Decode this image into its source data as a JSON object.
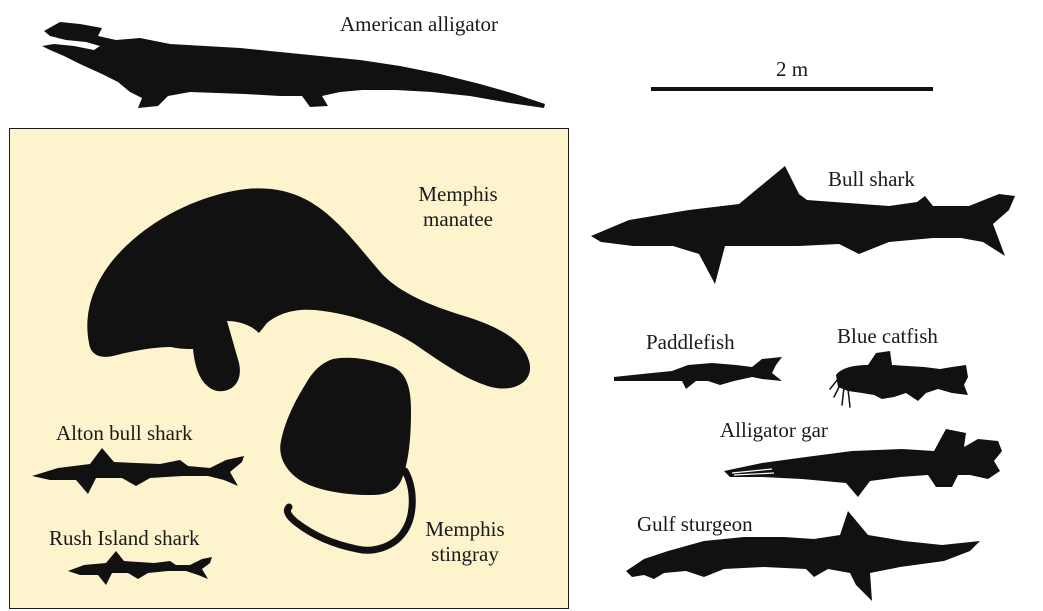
{
  "colors": {
    "silhouette": "#111111",
    "fossil_box_fill": "#fdf3cd",
    "fossil_box_border": "#1a1a1a",
    "text": "#1a1a1a",
    "background": "#ffffff"
  },
  "scale_bar": {
    "label": "2 m"
  },
  "fossil_group": {
    "animals": [
      {
        "label": "Memphis manatee",
        "icon": "manatee-silhouette"
      },
      {
        "label": "Memphis stingray",
        "icon": "stingray-silhouette"
      },
      {
        "label": "Alton bull shark",
        "icon": "shark-silhouette"
      },
      {
        "label": "Rush Island shark",
        "icon": "shark-silhouette"
      }
    ]
  },
  "modern_group": {
    "animals": [
      {
        "label": "American alligator",
        "icon": "alligator-silhouette"
      },
      {
        "label": "Bull shark",
        "icon": "shark-silhouette"
      },
      {
        "label": "Paddlefish",
        "icon": "paddlefish-silhouette"
      },
      {
        "label": "Blue catfish",
        "icon": "catfish-silhouette"
      },
      {
        "label": "Alligator gar",
        "icon": "gar-silhouette"
      },
      {
        "label": "Gulf sturgeon",
        "icon": "sturgeon-silhouette"
      }
    ]
  }
}
